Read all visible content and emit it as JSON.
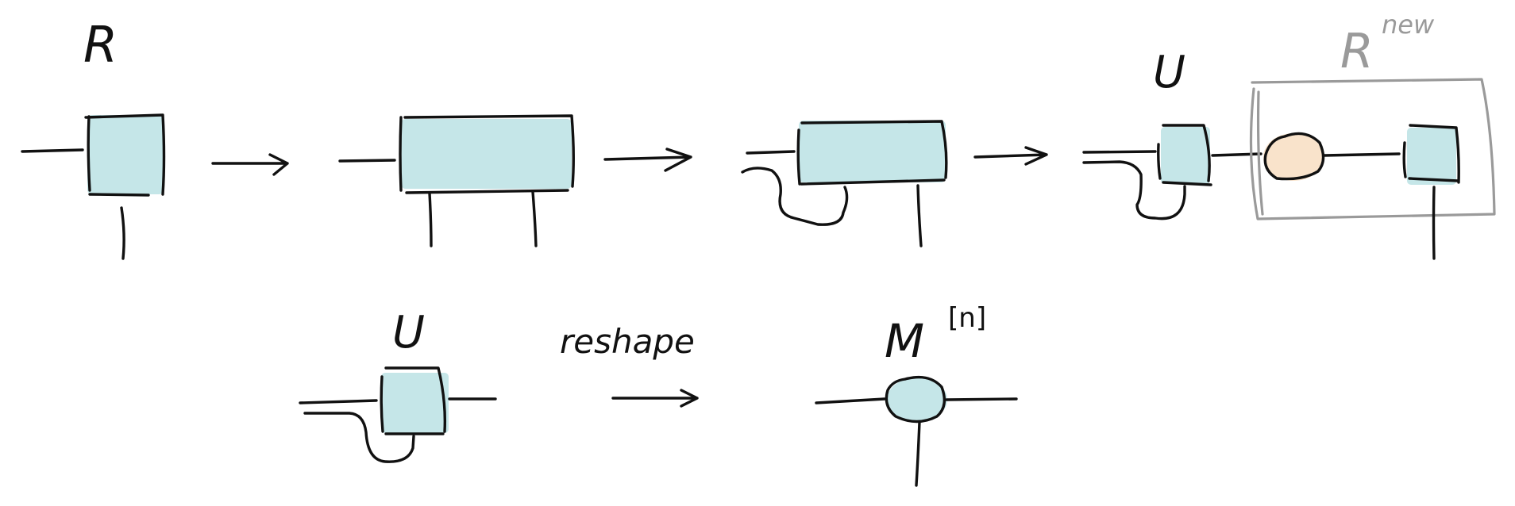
{
  "labels": {
    "r": "R",
    "u_top": "U",
    "r_new_base": "R",
    "r_new_sup": "new",
    "u_bottom": "U",
    "reshape": "reshape",
    "m_base": "M",
    "m_sup": "[n]"
  },
  "colors": {
    "tensor_fill": "#c5e6e8",
    "singular_fill": "#f9e3cb",
    "ink": "#111111",
    "group_box": "#9a9a9a"
  }
}
